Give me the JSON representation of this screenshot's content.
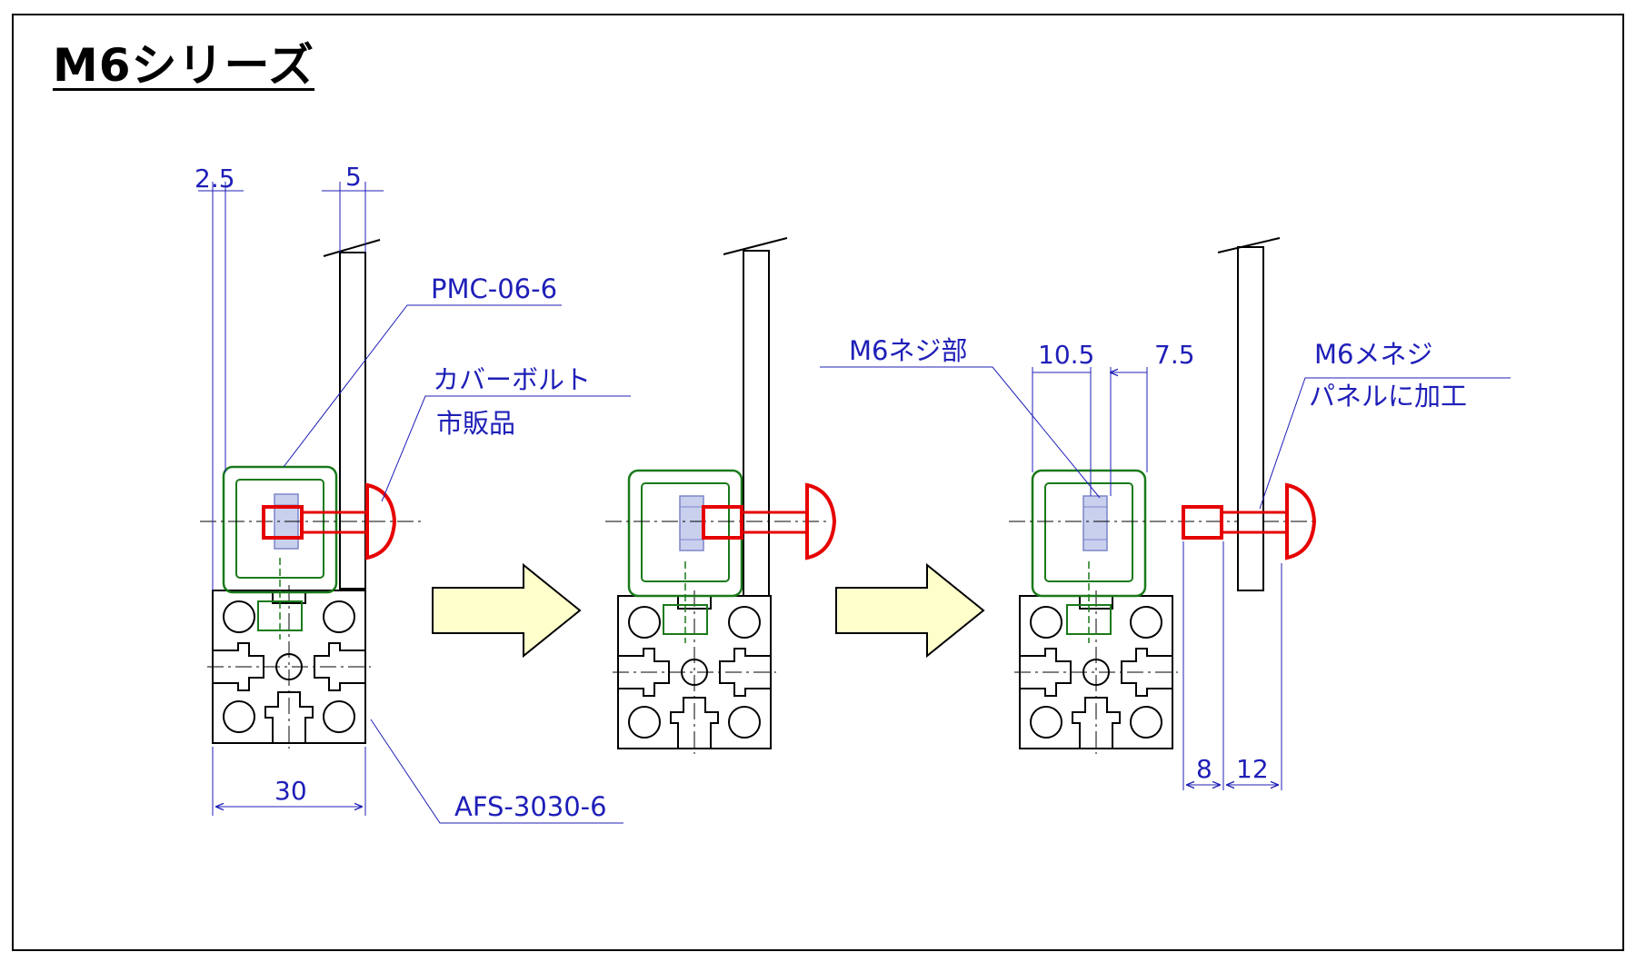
{
  "title": "M6シリーズ",
  "dimensions": {
    "step1_top_left": "2.5",
    "step1_top_right": "5",
    "step1_width": "30",
    "step3_left": "10.5",
    "step3_right": "7.5",
    "step3_bottom_left": "8",
    "step3_bottom_right": "12"
  },
  "labels": {
    "pmc": "PMC-06-6",
    "cover_bolt_line1": "カバーボルト",
    "cover_bolt_line2": "市販品",
    "afs": "AFS-3030-6",
    "m6_screw_part": "M6ネジ部",
    "m6_female_line1": "M6メネジ",
    "m6_female_line2": "パネルに加工"
  },
  "colors": {
    "dimension": "#1f1fb8",
    "bracket": "#1a7a1a",
    "bolt": "#e60000",
    "nut_fill": "#c9d0ee",
    "arrow_fill": "#ffffcc",
    "outline": "#000000"
  }
}
